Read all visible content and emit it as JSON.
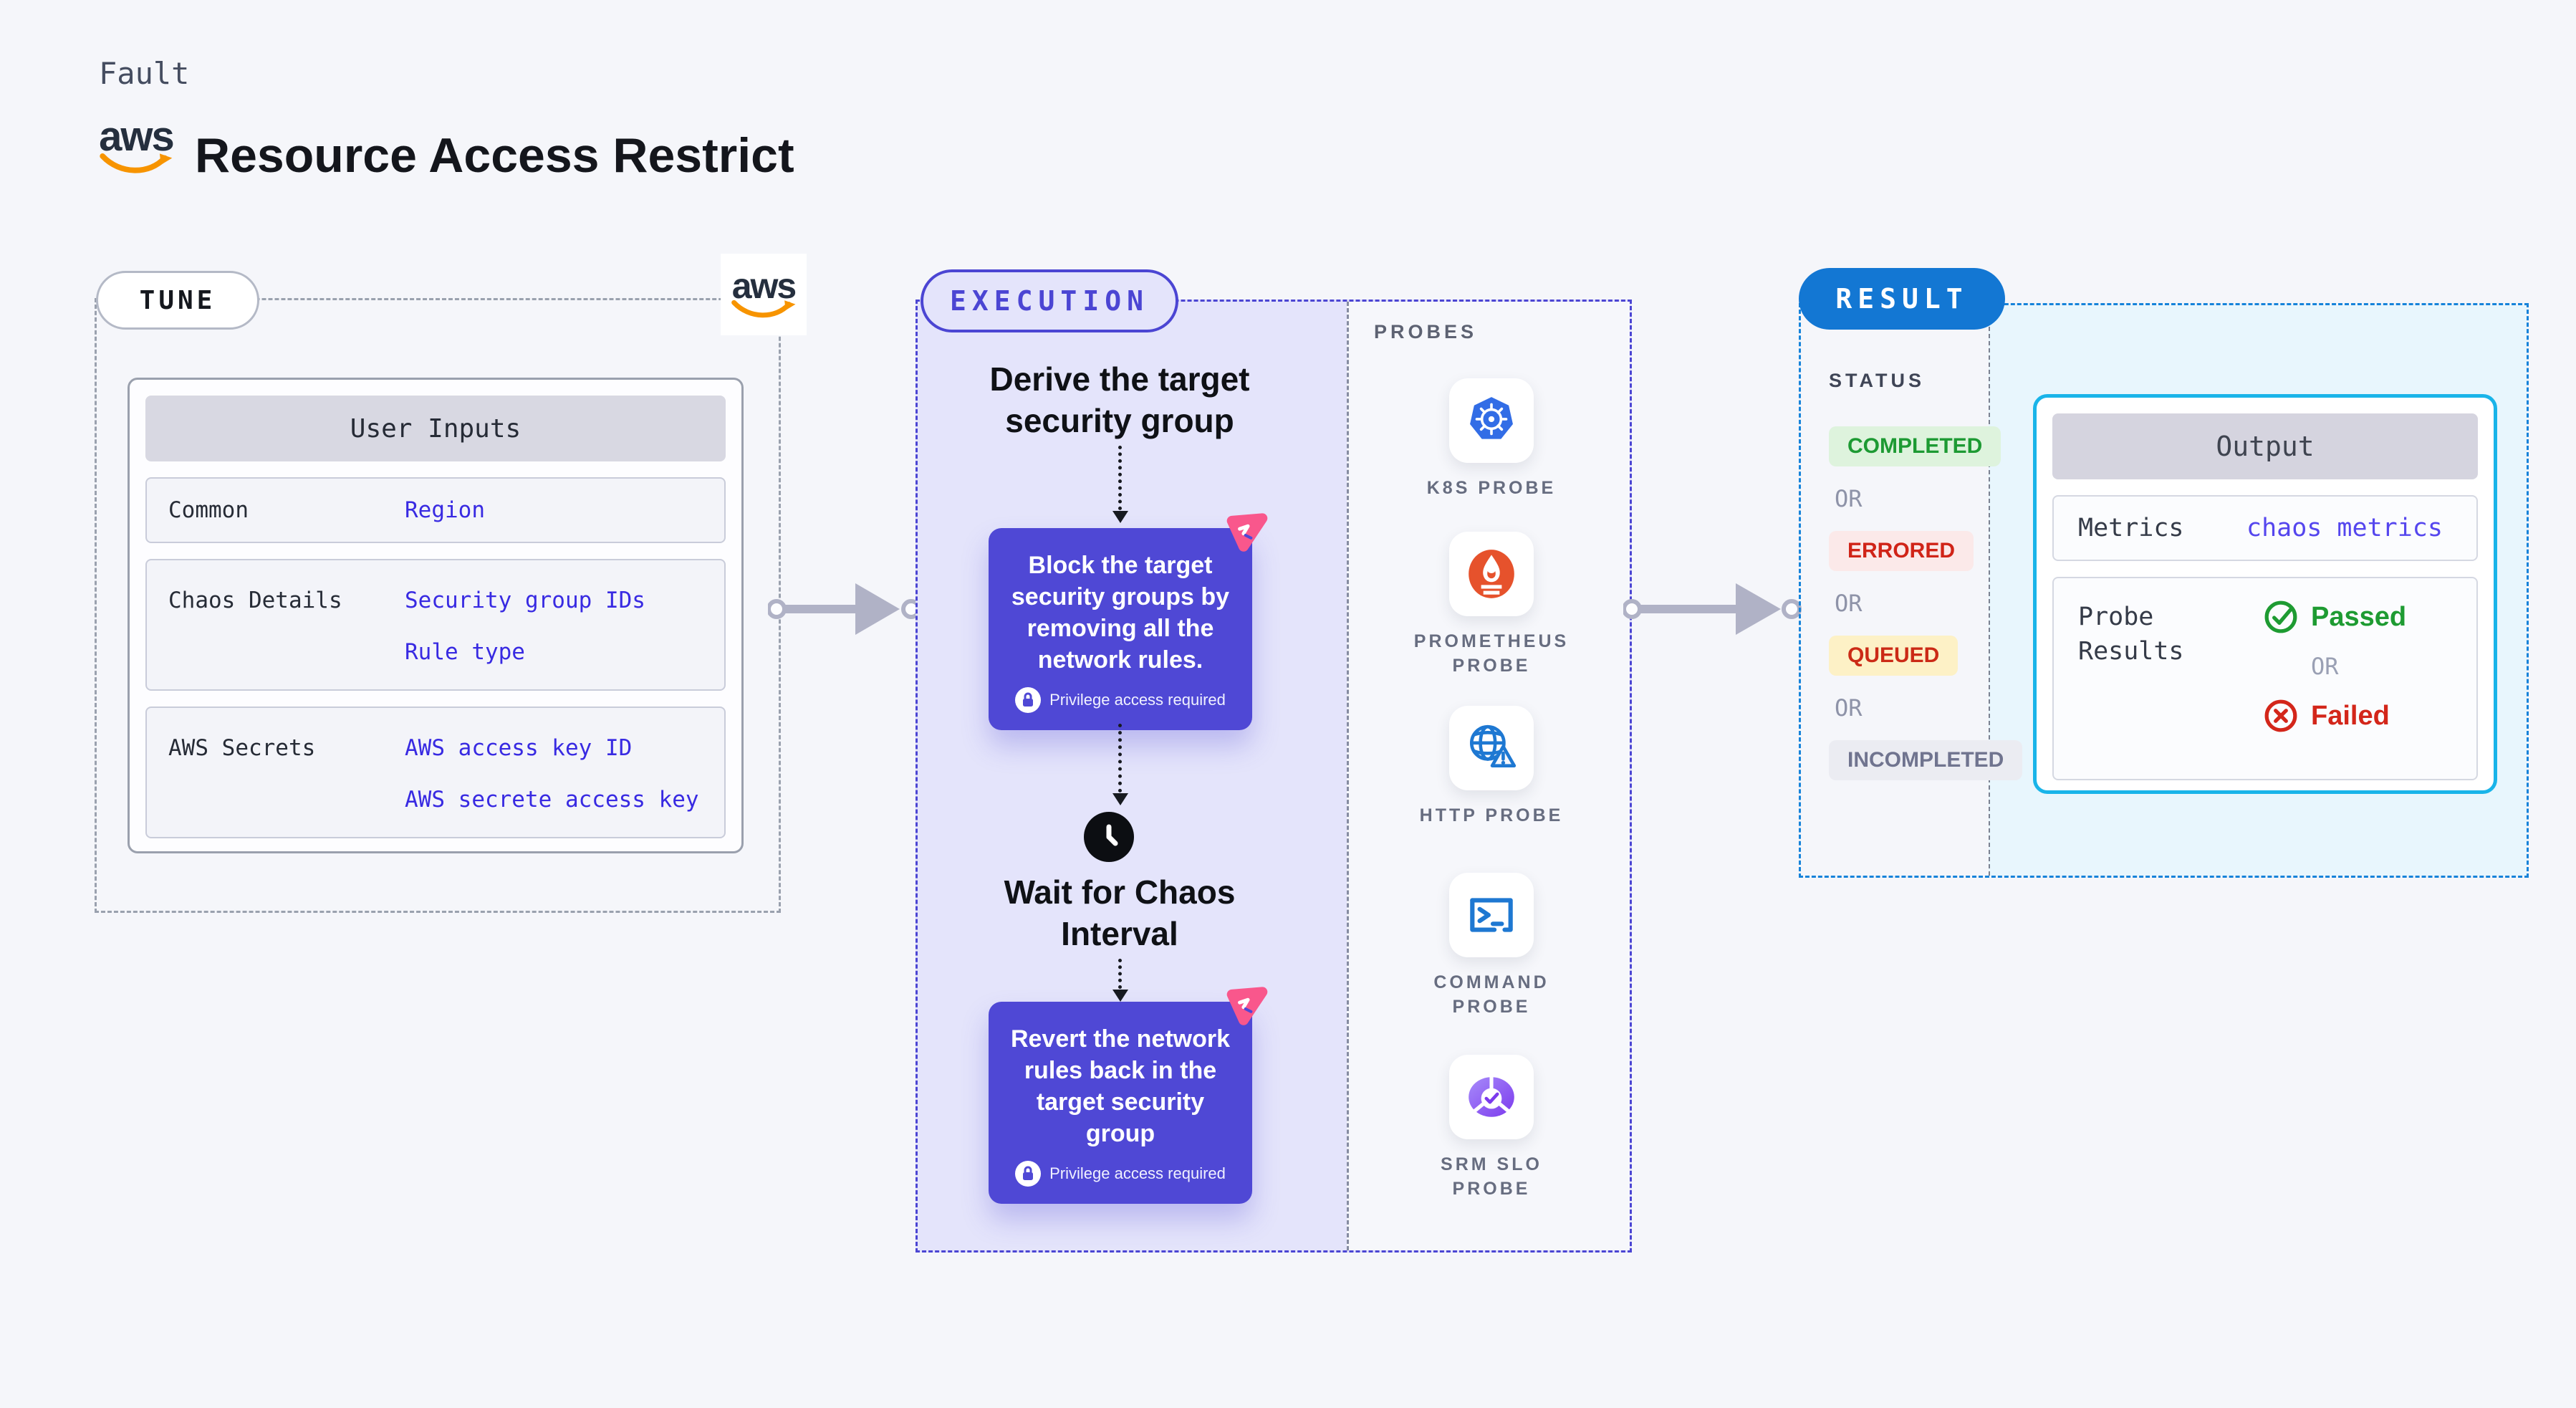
{
  "header": {
    "eyebrow": "Fault",
    "title": "Resource Access Restrict",
    "aws_wordmark": "aws"
  },
  "tune": {
    "pill": "TUNE",
    "table": {
      "header": "User Inputs",
      "rows": [
        {
          "label": "Common",
          "values": [
            "Region"
          ]
        },
        {
          "label": "Chaos Details",
          "values": [
            "Security group IDs",
            "Rule type"
          ]
        },
        {
          "label": "AWS Secrets",
          "values": [
            "AWS access key ID",
            "AWS secrete access key"
          ]
        }
      ]
    }
  },
  "execution": {
    "pill": "EXECUTION",
    "steps": [
      {
        "type": "label",
        "text": "Derive the target security group"
      },
      {
        "type": "action",
        "text": "Block the target security groups by removing all the network rules.",
        "badge": "Privilege access required"
      },
      {
        "type": "wait",
        "text": "Wait for Chaos Interval"
      },
      {
        "type": "action",
        "text": "Revert the network rules back in the target security group",
        "badge": "Privilege access required"
      }
    ]
  },
  "probes": {
    "title": "PROBES",
    "items": [
      {
        "label": "K8S PROBE",
        "icon": "kubernetes-icon"
      },
      {
        "label": "PROMETHEUS PROBE",
        "icon": "prometheus-icon"
      },
      {
        "label": "HTTP PROBE",
        "icon": "http-globe-warning-icon"
      },
      {
        "label": "COMMAND PROBE",
        "icon": "terminal-icon"
      },
      {
        "label": "SRM SLO PROBE",
        "icon": "srm-slo-icon"
      }
    ]
  },
  "result": {
    "pill": "RESULT",
    "status": {
      "title": "STATUS",
      "or": "OR",
      "badges": [
        {
          "label": "COMPLETED",
          "fg": "#1d9a33",
          "bg": "#def3dd"
        },
        {
          "label": "ERRORED",
          "fg": "#d02418",
          "bg": "#fbe9e9"
        },
        {
          "label": "QUEUED",
          "fg": "#cb2a16",
          "bg": "#fdf1c6"
        },
        {
          "label": "INCOMPLETED",
          "fg": "#70748f",
          "bg": "#ebecf2"
        }
      ]
    },
    "output": {
      "header": "Output",
      "metrics_label": "Metrics",
      "metrics_value": "chaos metrics",
      "probe_results_label": "Probe Results",
      "passed": "Passed",
      "or": "OR",
      "failed": "Failed"
    }
  },
  "palette": {
    "indigo": "#4f48d5",
    "lavender": "#e4e4fb",
    "pink": "#f9578c",
    "result_blue": "#1377d3",
    "output_cyan": "#19b4e9",
    "value_blue": "#382ae2",
    "metrics_violet": "#5546ee",
    "aws_orange": "#f79400",
    "passed_green": "#1e9b32",
    "failed_red": "#d3261a",
    "page_bg": "#f5f6fa",
    "result_panel_bg": "#e8f6fd"
  }
}
